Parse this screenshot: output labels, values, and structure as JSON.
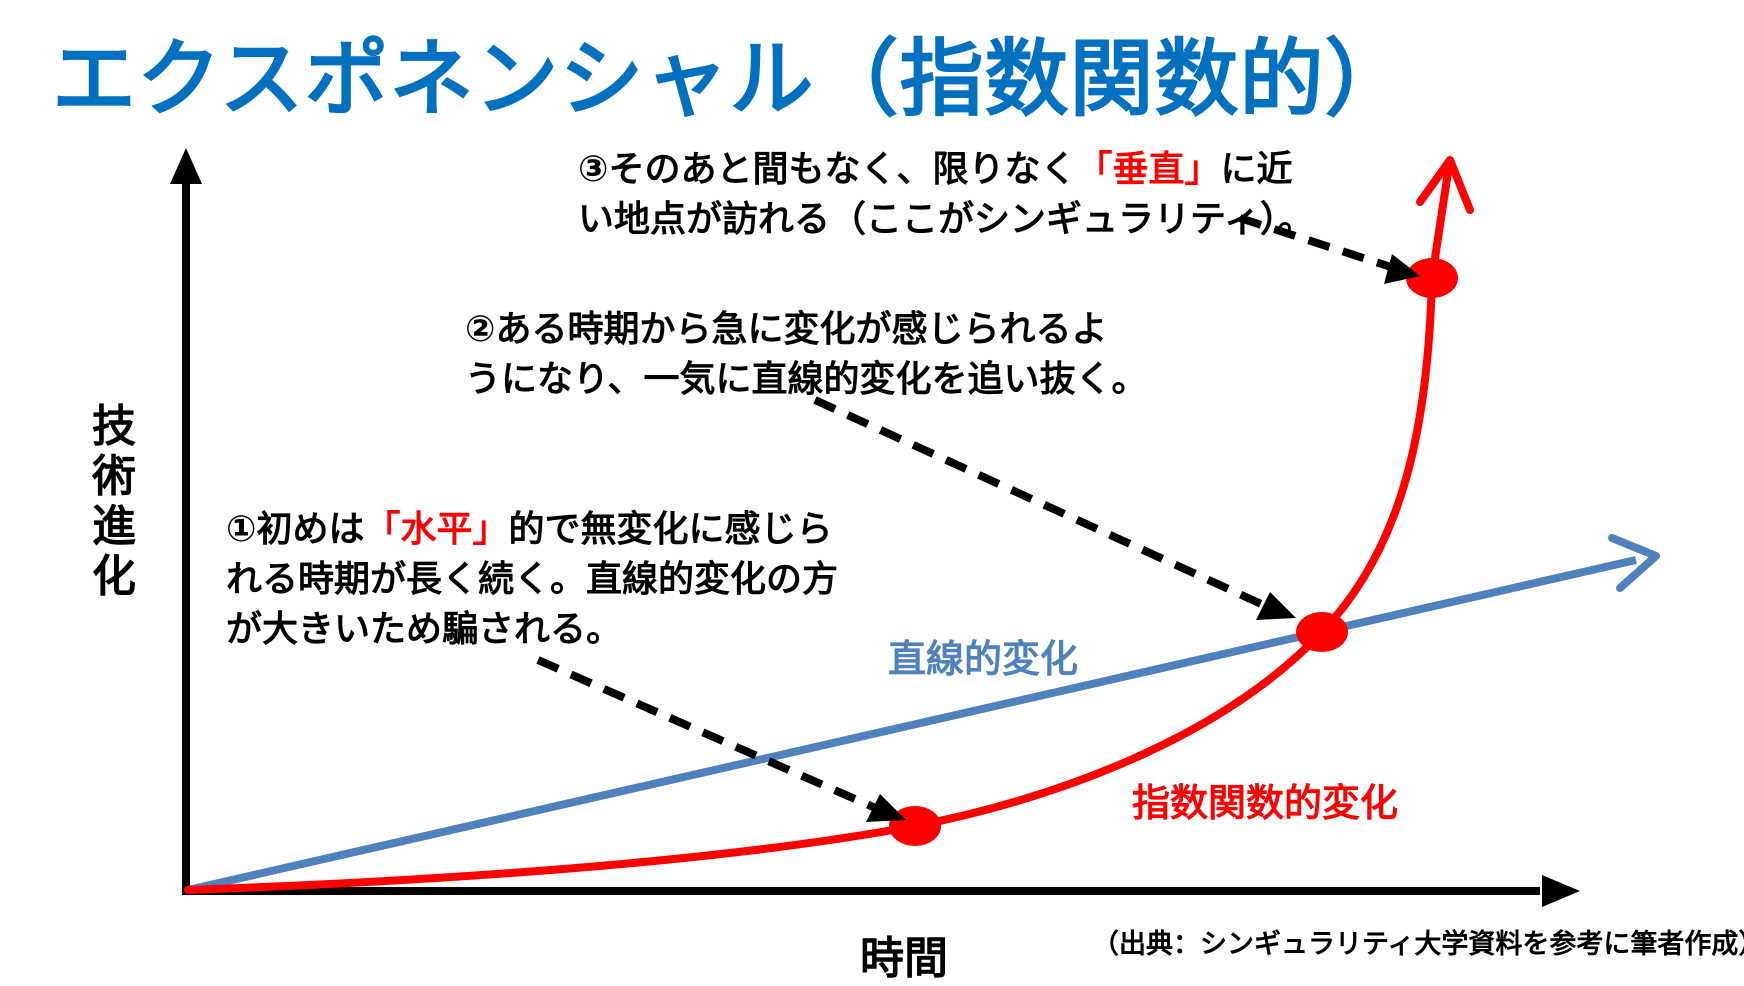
{
  "title": "エクスポネンシャル（指数関数的）",
  "axes": {
    "y_label_chars": [
      "技",
      "術",
      "進",
      "化"
    ],
    "x_label": "時間"
  },
  "source": "（出典：シンギュラリティ大学資料を参考に筆者作成）",
  "series": {
    "linear": "直線的変化",
    "exponential": "指数関数的変化"
  },
  "notes": {
    "note1": {
      "line1_pre": "①初めは",
      "line1_hl": "「水平」",
      "line1_post": "的で無変化に感じら",
      "line2": "れる時期が長く続く。直線的変化の方",
      "line3": "が大きいため騙される。"
    },
    "note2": {
      "line1": "②ある時期から急に変化が感じられるよ",
      "line2": "うになり、一気に直線的変化を追い抜く。"
    },
    "note3": {
      "line1_pre": "③そのあと間もなく、限りなく",
      "line1_hl": "「垂直」",
      "line1_post": "に近",
      "line2": "い地点が訪れる（ここがシンギュラリティ）。"
    }
  },
  "colors": {
    "title": "#0070c0",
    "linear": "#4f81bd",
    "exponential": "#ff0000",
    "highlight": "#ff0000",
    "axis": "#000000"
  }
}
